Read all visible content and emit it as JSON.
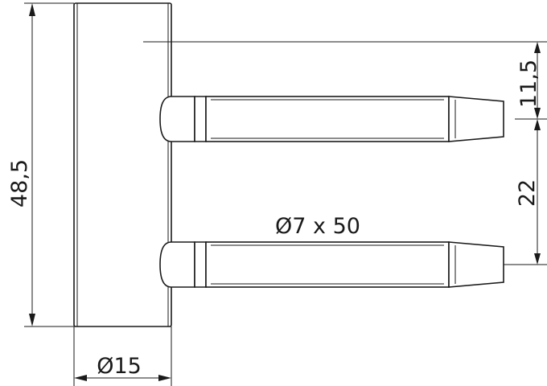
{
  "dimensions": {
    "total_height": "48,5",
    "top_offset": "11,5",
    "pin_spacing": "22",
    "pin_size": "Ø7 x 50",
    "body_diameter": "Ø15"
  }
}
